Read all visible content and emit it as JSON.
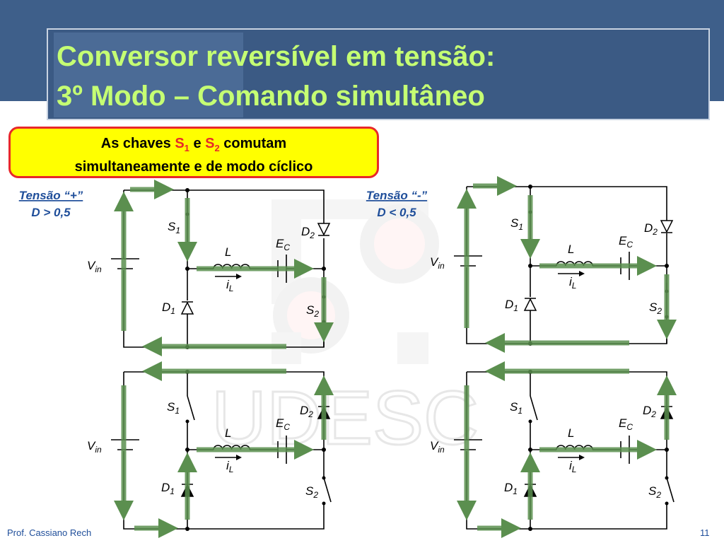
{
  "title": {
    "line1": "Conversor reversível em tensão:",
    "line2": "3º Modo – Comando simultâneo"
  },
  "note": {
    "prefix": "As chaves ",
    "s1": "S",
    "s1_sub": "1",
    "mid": " e ",
    "s2": "S",
    "s2_sub": "2",
    "suffix": " comutam",
    "line2": "simultaneamente e de modo cíclico"
  },
  "modes": {
    "plus": {
      "label": "Tensão “+”",
      "condition": "D > 0,5"
    },
    "minus": {
      "label": "Tensão “-”",
      "condition": "D < 0,5"
    }
  },
  "components": {
    "vin": "V",
    "vin_sub": "in",
    "s1": "S",
    "s1_sub": "1",
    "s2": "S",
    "s2_sub": "2",
    "d1": "D",
    "d1_sub": "1",
    "d2": "D",
    "d2_sub": "2",
    "l": "L",
    "il": "i",
    "il_sub": "L",
    "ec": "E",
    "ec_sub": "C"
  },
  "watermark": "UDESC",
  "footer": {
    "author": "Prof. Cassiano Rech",
    "page": "11"
  },
  "colors": {
    "header": "#3e5f8a",
    "title_text": "#c5ff73",
    "note_bg": "#ffff00",
    "note_border": "#e8282a",
    "arrow": "#5b8f4f",
    "label_blue": "#1f4e9a"
  }
}
